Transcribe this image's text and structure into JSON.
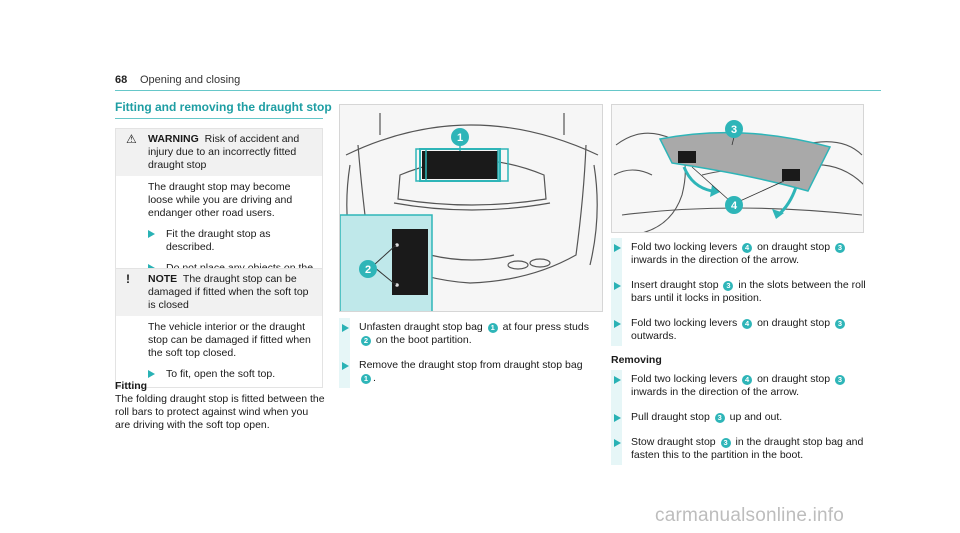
{
  "header": {
    "page_number": "68",
    "running_title": "Opening and closing"
  },
  "section": {
    "heading": "Fitting and removing the draught stop"
  },
  "warning": {
    "label": "WARNING",
    "title": "Risk of accident and injury due to an incorrectly fitted draught stop",
    "body": "The draught stop may become loose while you are driving and endanger other road users.",
    "bullets": [
      "Fit the draught stop as described.",
      "Do not place any objects on the fitted draught stop."
    ]
  },
  "note": {
    "label": "NOTE",
    "title": "The draught stop can be damaged if fitted when the soft top is closed",
    "body": "The vehicle interior or the draught stop can be damaged if fitted when the soft top closed.",
    "bullets": [
      "To fit, open the soft top."
    ]
  },
  "fitting": {
    "heading": "Fitting",
    "text": "The folding draught stop is fitted between the roll bars to protect against wind when you are driving with the soft top open."
  },
  "illustration1": {
    "callouts": [
      "1",
      "2"
    ]
  },
  "illustration2": {
    "callouts": [
      "3",
      "4"
    ]
  },
  "col2_steps": [
    {
      "a": "Unfasten draught stop bag",
      "n1": "1",
      "b": "at four press studs",
      "n2": "2",
      "c": "on the boot partition."
    },
    {
      "a": "Remove the draught stop from draught stop bag",
      "n1": "1",
      "b": "."
    }
  ],
  "col3_fit_steps": [
    {
      "a": "Fold two locking levers",
      "n1": "4",
      "b": "on draught stop",
      "n2": "3",
      "c": "inwards in the direction of the arrow."
    },
    {
      "a": "Insert draught stop",
      "n1": "3",
      "b": "in the slots between the roll bars until it locks in position."
    },
    {
      "a": "Fold two locking levers",
      "n1": "4",
      "b": "on draught stop",
      "n2": "3",
      "c": "outwards."
    }
  ],
  "removing": {
    "heading": "Removing"
  },
  "col3_remove_steps": [
    {
      "a": "Fold two locking levers",
      "n1": "4",
      "b": "on draught stop",
      "n2": "3",
      "c": "inwards in the direction of the arrow."
    },
    {
      "a": "Pull draught stop",
      "n1": "3",
      "b": "up and out."
    },
    {
      "a": "Stow draught stop",
      "n1": "3",
      "b": "in the draught stop bag and fasten this to the partition in the boot."
    }
  ],
  "watermark": "carmanualsonline.info",
  "colors": {
    "accent": "#29b2b5",
    "heading": "#1e9ea3",
    "strip": "#e6f6f7"
  },
  "icons": [
    "warning-triangle-icon",
    "note-exclamation-icon",
    "step-arrow-icon"
  ]
}
